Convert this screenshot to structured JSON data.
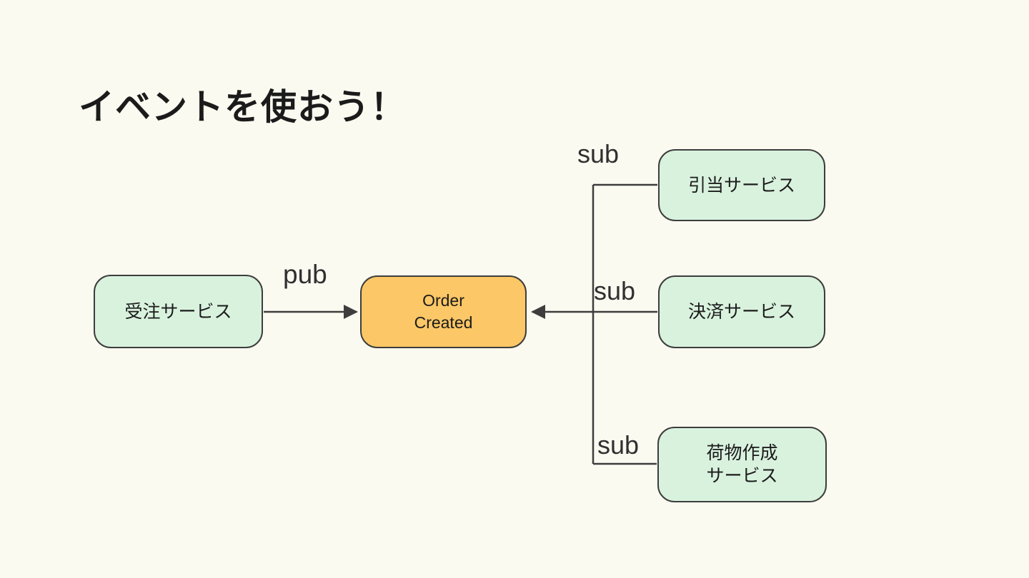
{
  "slide": {
    "title": "イベントを使おう！"
  },
  "colors": {
    "background": "#FAFAF0",
    "service_node_fill": "#D9F2DE",
    "event_node_fill": "#FCC766",
    "node_border": "#3D3D3D",
    "connector_line": "#3D3D3D",
    "text": "#1B1B1B"
  },
  "nodes": {
    "order_service": {
      "label": "受注サービス"
    },
    "order_created": {
      "line1": "Order",
      "line2": "Created"
    },
    "allocation_service": {
      "label": "引当サービス"
    },
    "payment_service": {
      "label": "決済サービス"
    },
    "parcel_service": {
      "line1": "荷物作成",
      "line2": "サービス"
    }
  },
  "edge_labels": {
    "pub": "pub",
    "sub_allocation": "sub",
    "sub_payment": "sub",
    "sub_parcel": "sub"
  }
}
